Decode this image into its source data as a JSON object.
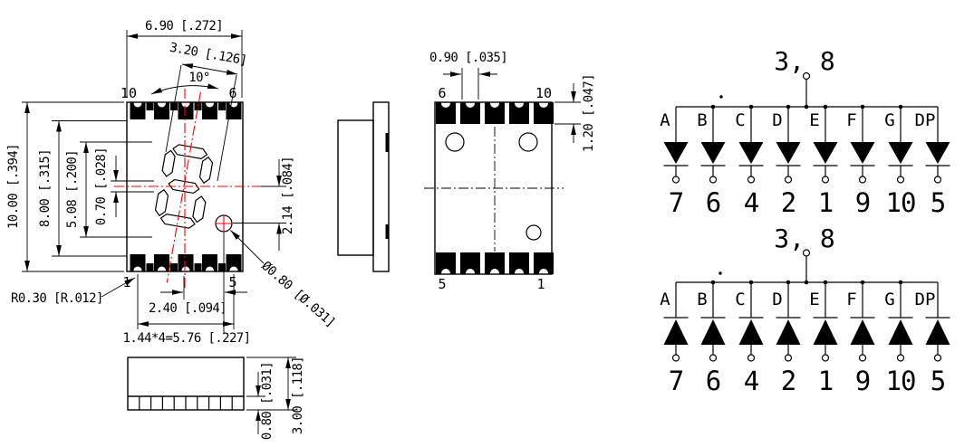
{
  "drawing": {
    "front_view": {
      "pin_top_left": "10",
      "pin_top_right": "6",
      "pin_bottom_left": "1",
      "pin_bottom_right": "5",
      "dim_width": "6.90 [.272]",
      "dim_digit_width": "3.20 [.126]",
      "dim_tilt_angle": "10°",
      "dim_height": "10.00 [.394]",
      "dim_inner_height": "8.00 [.315]",
      "dim_digit_height": "5.08 [.200]",
      "dim_segment_thickness": "0.70 [.028]",
      "dim_dp_drop": "2.14 [.084]",
      "dim_dp_diameter": "Ø0.80 [Ø.031]",
      "dim_corner_radius": "R0.30 [R.012]",
      "dim_dp_offset": "2.40 [.094]",
      "dim_pad_pitch": "1.44*4=5.76 [.227]"
    },
    "profile_view": {
      "dim_pad_height": "0.80 [.031]",
      "dim_total_height": "3.00 [.118]"
    },
    "back_view": {
      "pin_top_left": "6",
      "pin_top_right": "10",
      "pin_bottom_left": "5",
      "pin_bottom_right": "1",
      "dim_pad_width": "0.90 [.035]",
      "dim_pad_depth": "1.20 [.047]"
    },
    "circuits": {
      "segment_labels": [
        "A",
        "B",
        "C",
        "D",
        "E",
        "F",
        "G",
        "DP"
      ],
      "pin_numbers": [
        "7",
        "6",
        "4",
        "2",
        "1",
        "9",
        "10",
        "5"
      ],
      "top": {
        "common_label": "3, 8",
        "type": "common-anode"
      },
      "bottom": {
        "common_label": "3, 8",
        "type": "common-cathode"
      }
    },
    "colors": {
      "line": "#000000",
      "centerline": "#ff0000"
    }
  }
}
